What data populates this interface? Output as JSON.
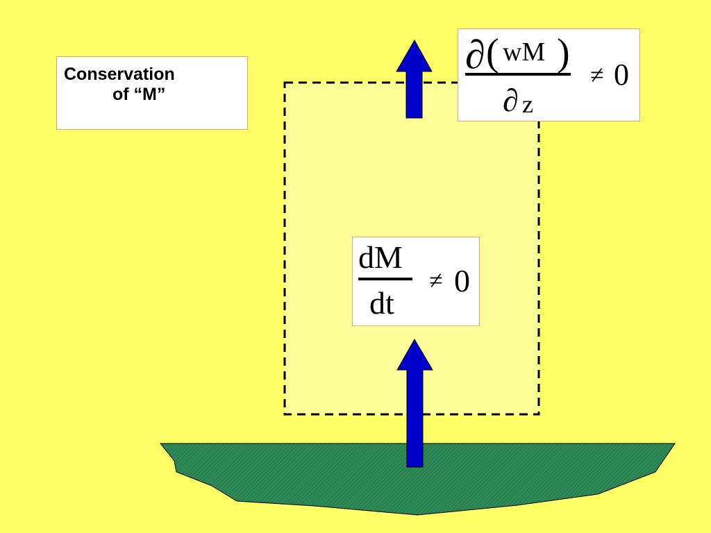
{
  "title": {
    "line1": "Conservation",
    "line2": "of “M”"
  },
  "equation_top": {
    "partial": "∂",
    "open_paren": "(",
    "numerator": "wM",
    "close_paren": ")",
    "denominator": "z",
    "relation": "≠",
    "rhs": "0"
  },
  "equation_bottom": {
    "numerator": "dM",
    "denominator": "dt",
    "relation": "≠",
    "rhs": "0"
  },
  "colors": {
    "background": "#FFFF66",
    "control_volume_fill": "#FFFF99",
    "arrow": "#0000CC",
    "ground": "#2E8B57",
    "box_border": "#F0A36A"
  }
}
